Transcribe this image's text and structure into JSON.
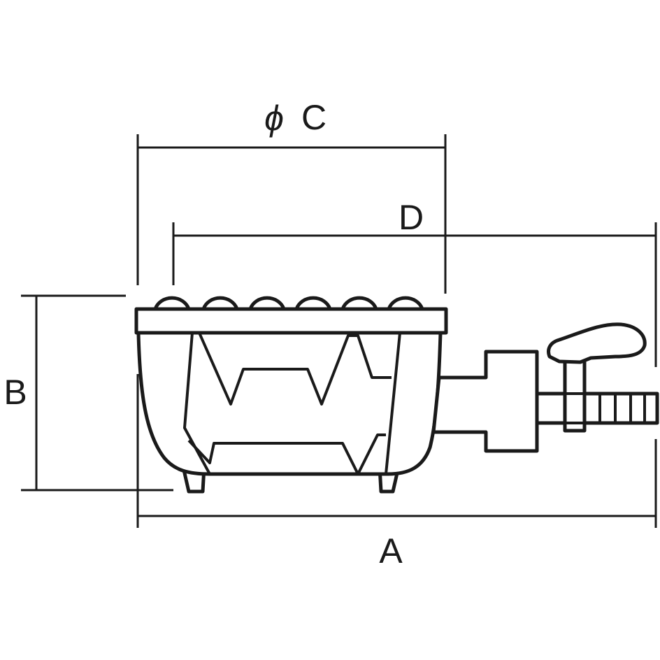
{
  "labels": {
    "a": "A",
    "b": "B",
    "c": "C",
    "c_symbol": "ϕ",
    "d": "D"
  },
  "colors": {
    "line": "#1a1a1a",
    "background": "#ffffff"
  }
}
